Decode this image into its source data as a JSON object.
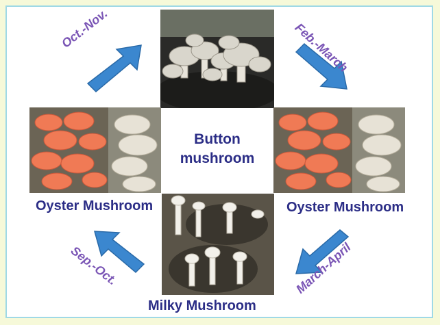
{
  "nodes": {
    "top": "Button mushroom",
    "top_line1": "Button",
    "top_line2": "mushroom",
    "left": "Oyster Mushroom",
    "right": "Oyster Mushroom",
    "bottom": "Milky Mushroom"
  },
  "transitions": {
    "left_to_top": "Oct.-Nov.",
    "top_to_right": "Feb.-March",
    "right_to_bottom": "March-April",
    "bottom_to_left": "Sep.-Oct."
  },
  "colors": {
    "label_text": "#2b2d86",
    "season_text": "#7a55b5",
    "arrow_fill": "#3b87cf",
    "frame_border": "#9fd9e6",
    "page_background": "#f6f9d9"
  }
}
